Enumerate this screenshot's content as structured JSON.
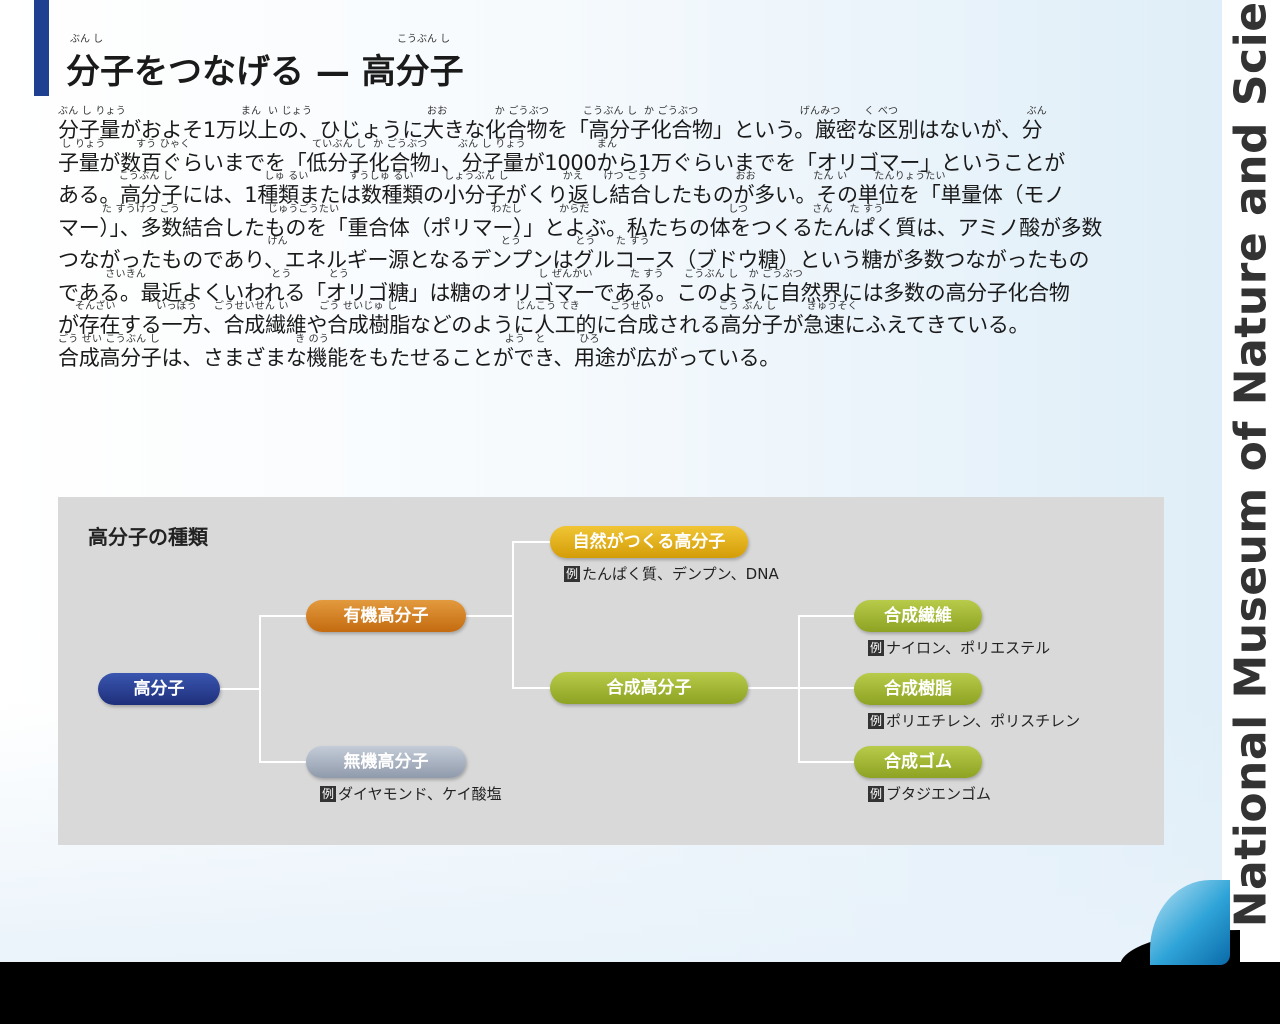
{
  "title": "分子をつなげる — 高分子",
  "title_ruby": [
    "ぶん し",
    "こうぶん し"
  ],
  "side_text": "National Museum of Nature and Science",
  "body_lines": [
    {
      "ruby": "ぶん し りょう                                  まん  い じょう                                  おお              か ごうぶつ          こうぶん し  か ごうぶつ                              げんみつ       く べつ                                      ぶん",
      "text": "分子量がおよそ1万以上の、ひじょうに大きな化合物を「高分子化合物」という。厳密な区別はないが、分"
    },
    {
      "ruby": " し りょう         すう ひゃく                                    ていぶん し  か ごうぶつ         ぶん し りょう                     まん",
      "text": "子量が数百ぐらいまでを「低分子化合物」、分子量が1000から1万ぐらいまでを「オリゴマー」ということが"
    },
    {
      "ruby": "                  こうぶん し                           しゅ るい            すうしゅ るい         しょうぶん し                かえ      けつ ごう                          おお                 たん い        たんりょうたい",
      "text": "ある。高分子には、1種類または数種類の小分子がくり返し結合したものが多い。その単位を「単量体（モノ"
    },
    {
      "ruby": "             た すうけつ ごう                          じゅうごうたい                                             わたし           からだ                                         しつ                   さん     た すう",
      "text": "マー）」、多数結合したものを「重合体（ポリマー）」とよぶ。私たちの体をつくるたんぱく質は、アミノ酸が多数"
    },
    {
      "ruby": "                                                              げん                                                               とう                とう      た すう",
      "text": "つながったものであり、エネルギー源となるデンプンはグルコース（ブドウ糖）という糖が多数つながったもの"
    },
    {
      "ruby": "              さいきん                                     とう           とう                                                        し ぜんかい           た すう      こうぶん し   か ごうぶつ",
      "text": "である。最近よくいわれる「オリゴ糖」は糖のオリゴマーである。このように自然界には多数の高分子化合物"
    },
    {
      "ruby": "     そんざい            いっぽう     ごうせいせん い         ごう せいじゅ し                                   じんこう てき         ごうせい                    こう ぶん し         きゅうそく",
      "text": "が存在する一方、合成繊維や合成樹脂などのように人工的に合成される高分子が急速にふえてきている。"
    },
    {
      "ruby": "ごう せい こうぶん し                                        き のう                                                    よう   と          ひろ",
      "text": "合成高分子は、さまざまな機能をもたせることができ、用途が広がっている。"
    }
  ],
  "diagram": {
    "heading": "高分子の種類",
    "root": "高分子",
    "organic": "有機高分子",
    "inorganic": "無機高分子",
    "inorganic_example": "ダイヤモンド、ケイ酸塩",
    "natural": "自然がつくる高分子",
    "natural_example": "たんぱく質、デンプン、DNA",
    "synthetic": "合成高分子",
    "fiber": "合成繊維",
    "fiber_example": "ナイロン、ポリエステル",
    "resin": "合成樹脂",
    "resin_example": "ポリエチレン、ポリスチレン",
    "rubber": "合成ゴム",
    "rubber_example": "ブタジエンゴム",
    "example_badge": "例"
  },
  "colors": {
    "title_bar": "#1f3f91",
    "navy": "#1e2f7a",
    "orange": "#c46b10",
    "gray": "#8f9aab",
    "yellow": "#d49d08",
    "green": "#8ea223",
    "panel": "#d9d9d9"
  }
}
